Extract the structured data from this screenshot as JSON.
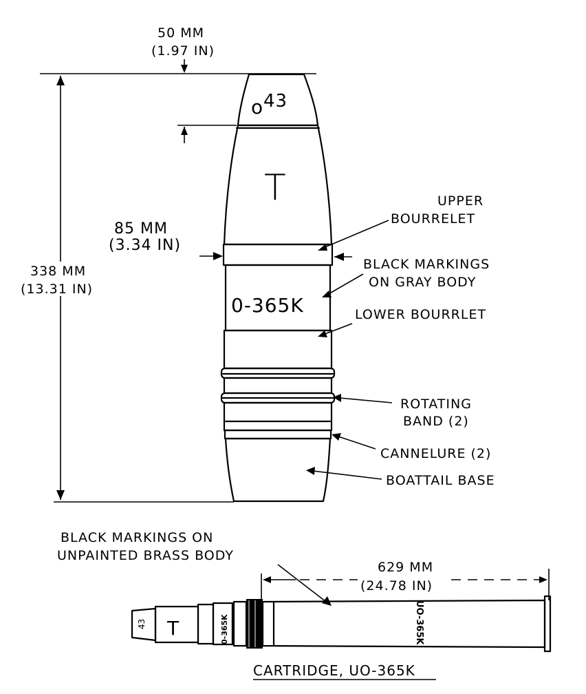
{
  "projectile": {
    "nose_width": {
      "mm": "50 MM",
      "in": "(1.97 IN)"
    },
    "body_diameter": {
      "mm": "85 MM",
      "in": "(3.34 IN)"
    },
    "length": {
      "mm": "338 MM",
      "in": "(13.31 IN)"
    },
    "nose_marking": "43",
    "nose_marking_prefix": "o",
    "body_symbol": "T",
    "body_code": "0-365K"
  },
  "callouts": {
    "upper_bourrelet": [
      "UPPER",
      "BOURRELET"
    ],
    "black_markings_gray": [
      "BLACK MARKINGS",
      "ON GRAY BODY"
    ],
    "lower_bourrelet": "LOWER BOURRLET",
    "rotating_band": [
      "ROTATING",
      "BAND (2)"
    ],
    "cannelure": "CANNELURE (2)",
    "boattail_base": "BOATTAIL BASE"
  },
  "cartridge": {
    "markings_note": [
      "BLACK MARKINGS ON",
      "UNPAINTED BRASS BODY"
    ],
    "length": {
      "mm": "629 MM",
      "in": "(24.78 IN)"
    },
    "case_code": "UO-365K",
    "nose_marking": "43",
    "body_symbol": "T",
    "body_code": "0-365K",
    "caption": "CARTRIDGE, UO-365K"
  }
}
